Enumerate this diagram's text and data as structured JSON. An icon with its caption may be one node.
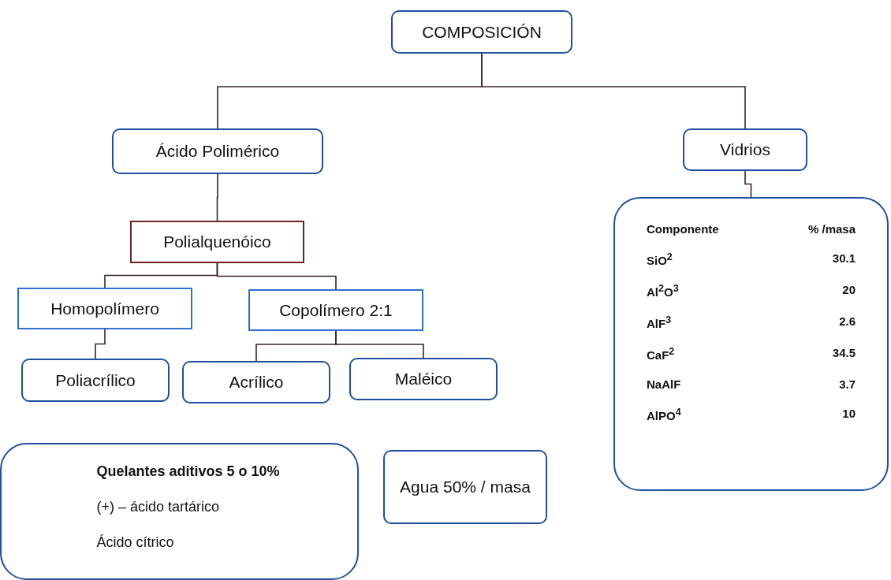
{
  "diagram": {
    "nodes": [
      {
        "text": [
          "COMPOSICIÓN"
        ]
      },
      {
        "text": [
          "Ácido Polimérico"
        ]
      },
      {
        "text": [
          "Vidrios"
        ]
      },
      {
        "text": [
          "Polialquenóico"
        ]
      },
      {
        "text": [
          "Homopolímero"
        ]
      },
      {
        "text": [
          "Copolímero 2:1"
        ]
      },
      {
        "text": [
          "Poliacrílico"
        ]
      },
      {
        "text": [
          "Acrílico"
        ]
      },
      {
        "text": [
          "Maléico"
        ]
      },
      {
        "text": [
          "Componente",
          "% /masa",
          "SiO$^{2}$",
          "30.1",
          "Al$^{2}$O$^{3}$",
          "20",
          "AlF$^{3}$",
          "2.6",
          "CaF$^{2}$",
          "34.5",
          "NaAlF",
          "3.7",
          "AlPO$^{4}$",
          "10"
        ]
      },
      {
        "text": [
          "Quelantes aditivos 5 o 10%",
          "(+) – ácido tartárico",
          "Ácido cítrico"
        ]
      },
      {
        "text": [
          "Agua 50% / masa"
        ]
      }
    ],
    "edges": [
      {
        "from": 0,
        "to": 1,
        "arrow": "none"
      },
      {
        "from": 0,
        "to": 2,
        "arrow": "none"
      },
      {
        "from": 1,
        "to": 3,
        "arrow": "none"
      },
      {
        "from": 3,
        "to": 4,
        "arrow": "none"
      },
      {
        "from": 3,
        "to": 5,
        "arrow": "none"
      },
      {
        "from": 4,
        "to": 6,
        "arrow": "none"
      },
      {
        "from": 5,
        "to": 7,
        "arrow": "none"
      },
      {
        "from": 5,
        "to": 8,
        "arrow": "none"
      },
      {
        "from": 2,
        "to": 9,
        "arrow": "none"
      }
    ]
  }
}
